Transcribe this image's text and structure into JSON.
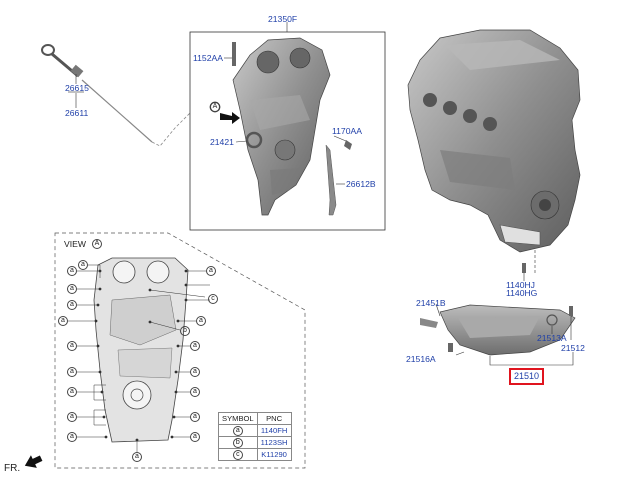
{
  "labels": {
    "cover_top": "21350F",
    "bolt_left": "1152AA",
    "oring": "21421",
    "bolt_right": "1170AA",
    "dip_tube": "26612B",
    "dip_a": "26615",
    "dip_b": "26611",
    "engine_bolt_a": "1140HJ",
    "engine_bolt_b": "1140HG",
    "oilpan_left": "21451B",
    "oilpan_plug": "21516A",
    "oilpan_washer": "21513A",
    "oilpan_right": "21512",
    "oilpan_main": "21510",
    "view": "VIEW",
    "view_marker": "A",
    "arrow_marker": "A",
    "front": "FR."
  },
  "view_callouts": {
    "a": "a",
    "b": "b",
    "c": "c"
  },
  "symbol_table": {
    "headers": [
      "SYMBOL",
      "PNC"
    ],
    "rows": [
      {
        "symbol": "a",
        "pnc": "1140FH"
      },
      {
        "symbol": "b",
        "pnc": "1123SH"
      },
      {
        "symbol": "c",
        "pnc": "K11290"
      }
    ]
  },
  "colors": {
    "label": "#1f3fa8",
    "highlight": "#e0141e",
    "part_fill": "#9a9a9a",
    "line": "#333333"
  }
}
